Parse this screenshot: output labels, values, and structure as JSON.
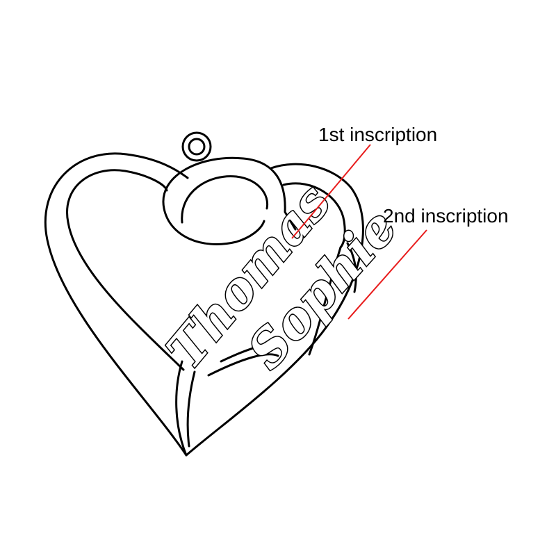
{
  "callouts": {
    "first": {
      "label": "1st inscription"
    },
    "second": {
      "label": "2nd inscription"
    }
  },
  "pendant": {
    "names": [
      "Thomas",
      "Sophie"
    ]
  },
  "colors": {
    "outline": "#000000",
    "leader": "#e81c1c",
    "background": "#ffffff"
  }
}
